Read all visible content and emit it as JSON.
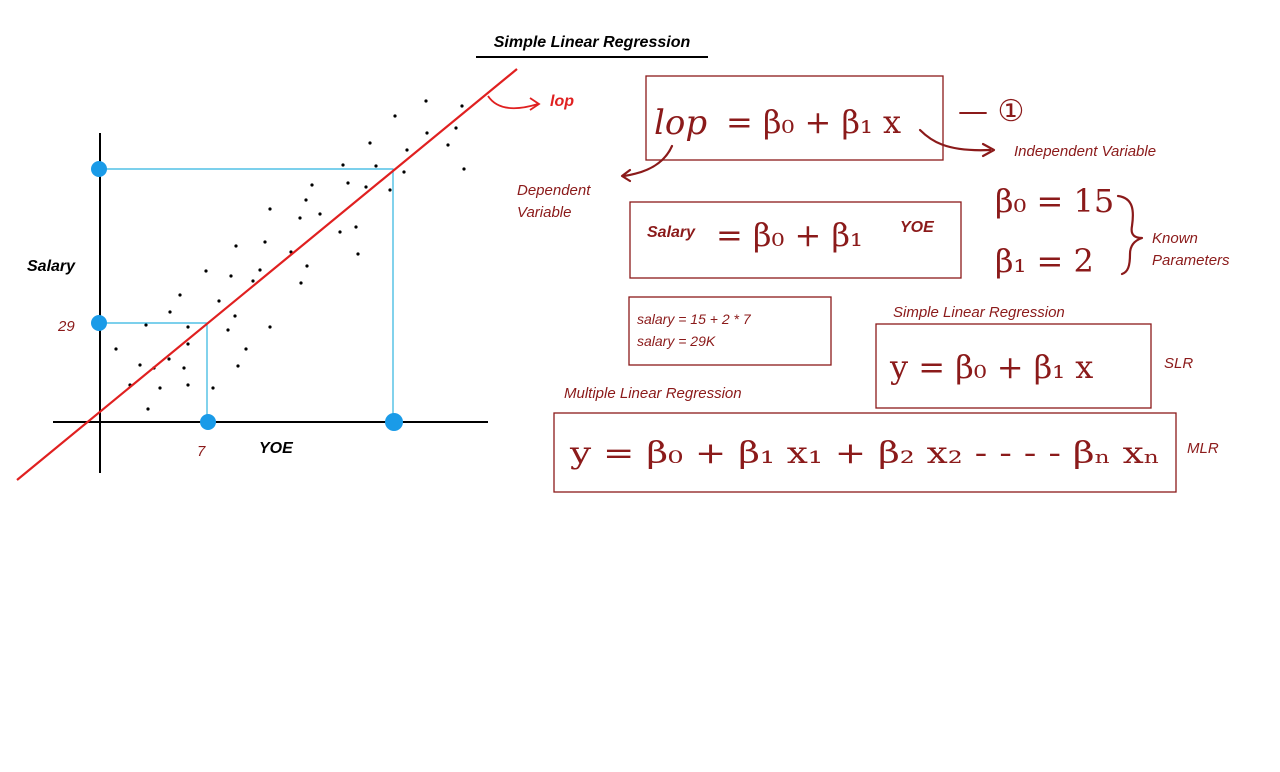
{
  "title": "Simple Linear Regression",
  "graph": {
    "y_label": "Salary",
    "x_label": "YOE",
    "y_tick": "29",
    "x_tick": "7",
    "line_label": "lop"
  },
  "labels": {
    "independent": "Independent Variable",
    "dependent_1": "Dependent",
    "dependent_2": "Variable",
    "known_1": "Known",
    "known_2": "Parameters",
    "slr_heading": "Simple Linear Regression",
    "slr_tag": "SLR",
    "mlr_heading": "Multiple Linear Regression",
    "mlr_tag": "MLR"
  },
  "equations": {
    "lop_lhs": "lop",
    "lop_rhs": "= β₀ + β₁ x",
    "lop_number": "— ①",
    "salary_lhs": "Salary",
    "salary_rhs": "= β₀ + β₁",
    "salary_var": "YOE",
    "beta0": "β₀ = 15",
    "beta1": "β₁ = 2",
    "calc_1": "salary  =  15  +  2  *  7",
    "calc_2": "salary  =  29K",
    "slr": "y = β₀ + β₁ x",
    "mlr": "y = β₀ + β₁ x₁ + β₂ x₂ - - - - βₙ xₙ"
  },
  "colors": {
    "accent": "#8b1a1a",
    "regression_line": "#e02020",
    "guide": "#2fb3e0",
    "marker": "#1a9be8"
  }
}
